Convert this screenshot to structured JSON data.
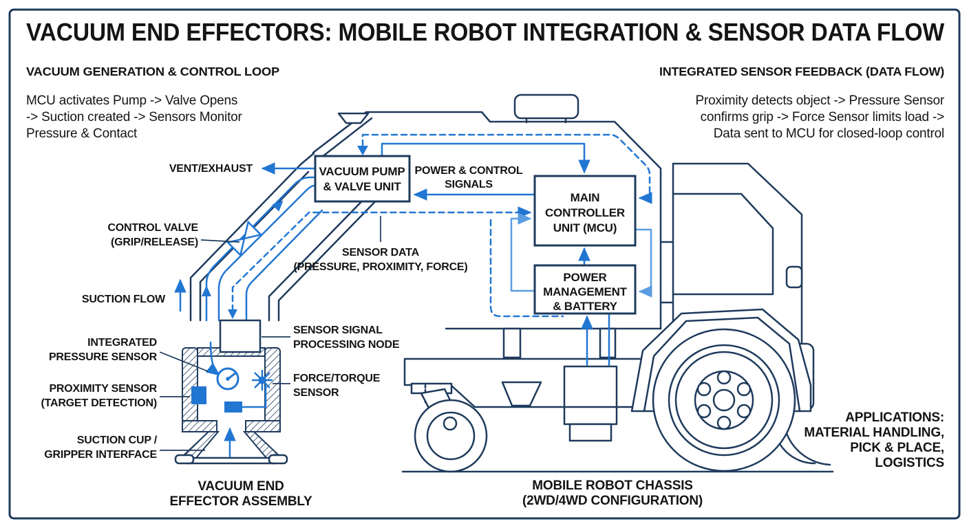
{
  "title": "VACUUM END EFFECTORS: MOBILE ROBOT INTEGRATION & SENSOR DATA FLOW",
  "panels": {
    "left": {
      "heading": "VACUUM GENERATION & CONTROL LOOP",
      "lines": [
        "MCU activates Pump -> Valve Opens",
        "-> Suction created -> Sensors Monitor",
        "Pressure & Contact"
      ]
    },
    "right": {
      "heading": "INTEGRATED SENSOR FEEDBACK (DATA FLOW)",
      "lines": [
        "Proximity detects object -> Pressure Sensor",
        "confirms grip -> Force Sensor limits load ->",
        "Data sent to MCU for closed-loop control"
      ]
    }
  },
  "component_boxes": {
    "vacuum_pump": {
      "lines": [
        "VACUUM PUMP",
        "& VALVE UNIT"
      ]
    },
    "mcu": {
      "lines": [
        "MAIN",
        "CONTROLLER",
        "UNIT (MCU)"
      ]
    },
    "power": {
      "lines": [
        "POWER",
        "MANAGEMENT",
        "& BATTERY"
      ]
    }
  },
  "labels": {
    "vent_exhaust": "VENT/EXHAUST",
    "power_signals": [
      "POWER & CONTROL",
      "SIGNALS"
    ],
    "sensor_data": [
      "SENSOR DATA",
      "(PRESSURE, PROXIMITY, FORCE)"
    ],
    "control_valve": [
      "CONTROL VALVE",
      "(GRIP/RELEASE)"
    ],
    "suction_flow": "SUCTION FLOW",
    "pressure_sensor": [
      "INTEGRATED",
      "PRESSURE SENSOR"
    ],
    "proximity_sensor": [
      "PROXIMITY SENSOR",
      "(TARGET DETECTION)"
    ],
    "suction_cup": [
      "SUCTION CUP /",
      "GRIPPER INTERFACE"
    ],
    "effector_assembly": [
      "VACUUM END",
      "EFFECTOR ASSEMBLY"
    ],
    "processing_node": [
      "SENSOR SIGNAL",
      "PROCESSING NODE"
    ],
    "force_sensor": [
      "FORCE/TORQUE",
      "SENSOR"
    ],
    "chassis": [
      "MOBILE ROBOT CHASSIS",
      "(2WD/4WD CONFIGURATION)"
    ],
    "applications": [
      "APPLICATIONS:",
      "MATERIAL HANDLING,",
      "PICK & PLACE,",
      "LOGISTICS"
    ]
  },
  "colors": {
    "outline": "#1e3a5c",
    "arrow_blue": "#2176d2",
    "arrow_blue_light": "#5b9de0",
    "text": "#141414",
    "background": "#ffffff"
  }
}
